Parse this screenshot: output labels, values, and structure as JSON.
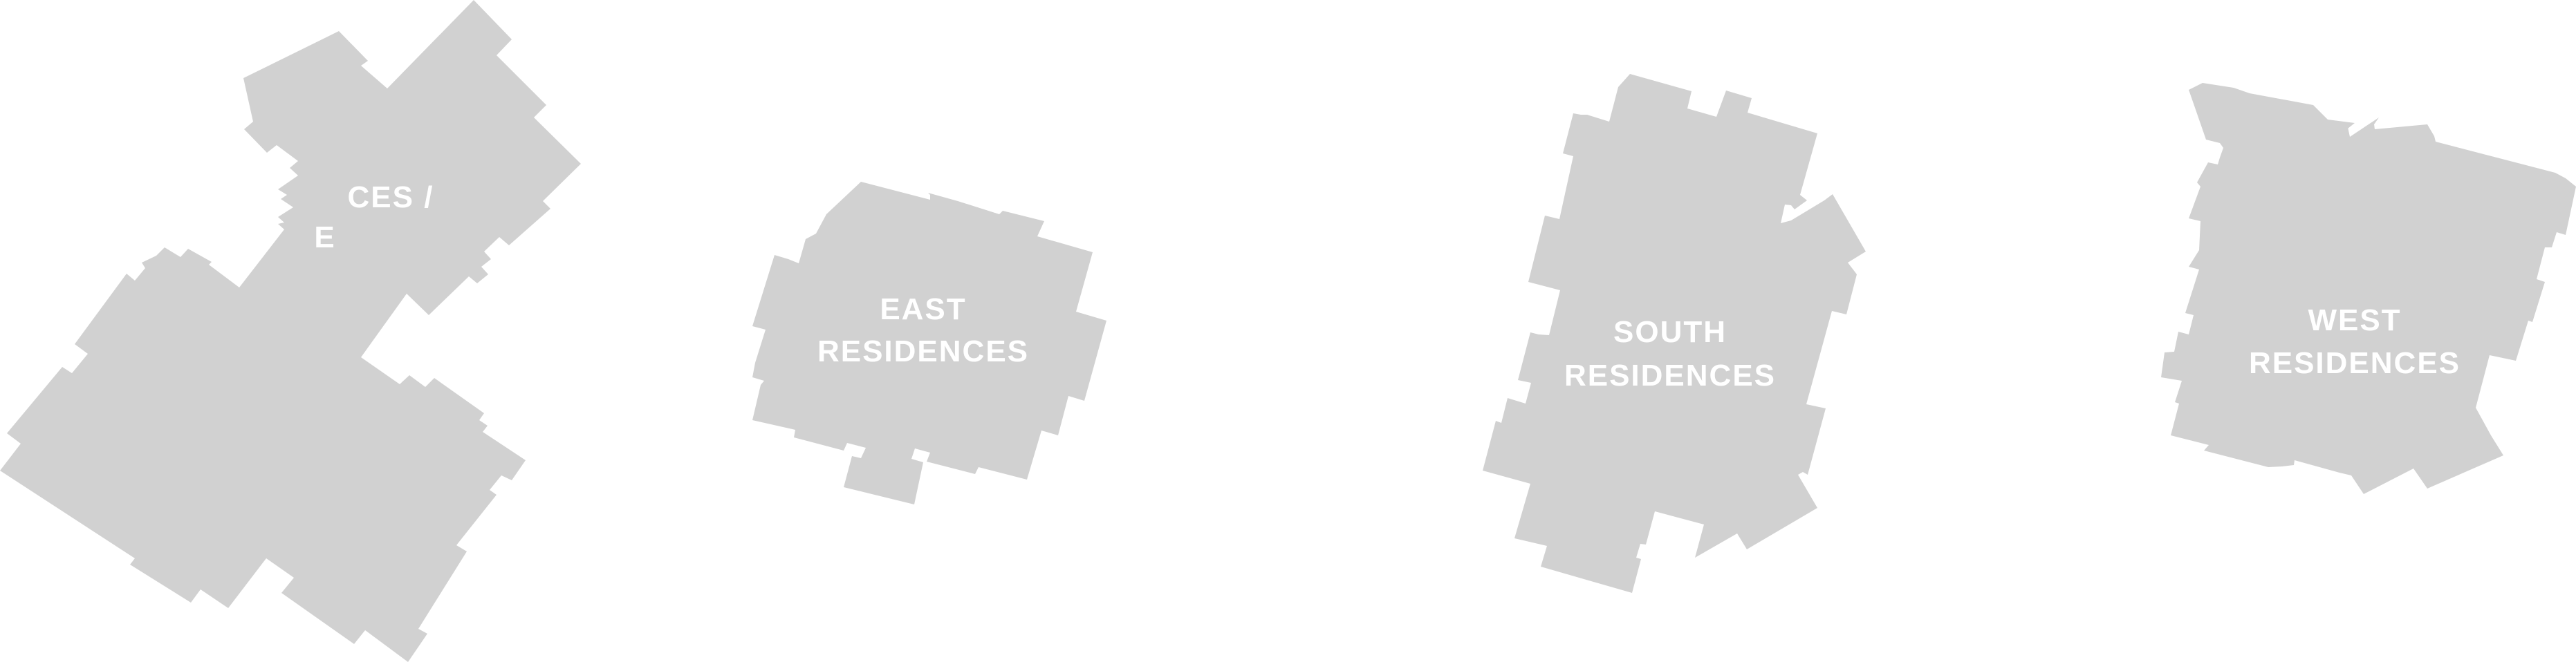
{
  "colors": {
    "building_fill": "#d1d1d1",
    "label_fill": "#ffffff",
    "background": "#ffffff"
  },
  "buildings": [
    {
      "id": "offices",
      "label_lines": [
        "CES /",
        "E"
      ],
      "partially_hidden": true
    },
    {
      "id": "east-residences",
      "label_lines": [
        "EAST",
        "RESIDENCES"
      ]
    },
    {
      "id": "south-residences",
      "label_lines": [
        "SOUTH",
        "RESIDENCES"
      ]
    },
    {
      "id": "west-residences",
      "label_lines": [
        "WEST",
        "RESIDENCES"
      ]
    }
  ]
}
